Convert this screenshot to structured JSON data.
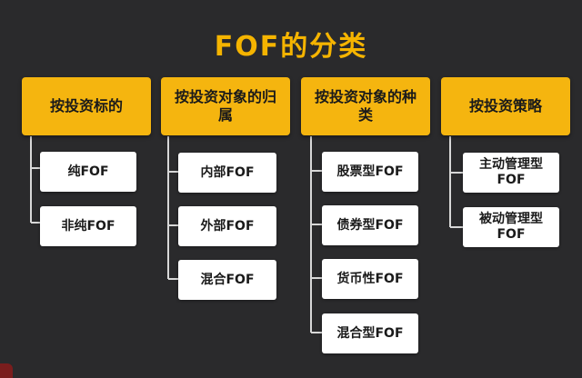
{
  "title": "FOF的分类",
  "categories": [
    {
      "header": "按投资标的",
      "items": [
        "纯FOF",
        "非纯FOF"
      ]
    },
    {
      "header": "按投资对象的归属",
      "items": [
        "内部FOF",
        "外部FOF",
        "混合FOF"
      ]
    },
    {
      "header": "按投资对象的种类",
      "items": [
        "股票型FOF",
        "债券型FOF",
        "货币性FOF",
        "混合型FOF"
      ]
    },
    {
      "header": "按投资策略",
      "items": [
        "主动管理型FOF",
        "被动管理型FOF"
      ]
    }
  ],
  "colors": {
    "background": "#2a2a2c",
    "accent": "#f5b50f",
    "title": "#f5b400",
    "connector": "#d8d8d8"
  }
}
